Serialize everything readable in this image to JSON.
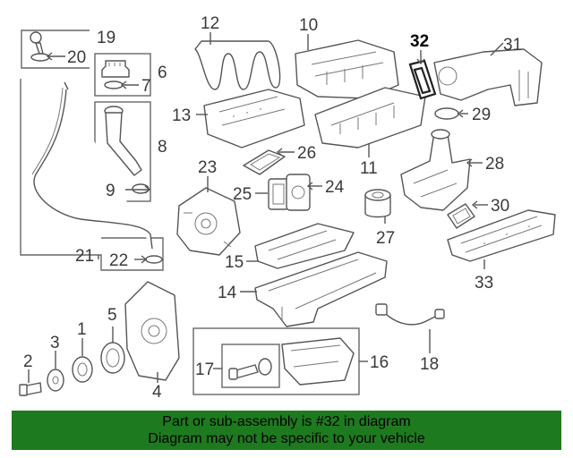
{
  "diagram": {
    "callouts": {
      "c1": "1",
      "c2": "2",
      "c3": "3",
      "c4": "4",
      "c5": "5",
      "c6": "6",
      "c7": "7",
      "c8": "8",
      "c9": "9",
      "c10": "10",
      "c11": "11",
      "c12": "12",
      "c13": "13",
      "c14": "14",
      "c15": "15",
      "c16": "16",
      "c17": "17",
      "c18": "18",
      "c19": "19",
      "c20": "20",
      "c21": "21",
      "c22": "22",
      "c23": "23",
      "c24": "24",
      "c25": "25",
      "c26": "26",
      "c27": "27",
      "c28": "28",
      "c29": "29",
      "c30": "30",
      "c31": "31",
      "c32": "32",
      "c33": "33"
    },
    "highlighted_part": "32"
  },
  "banner": {
    "line1": "Part or sub-assembly is #32 in diagram",
    "line2": "Diagram may not be specific to your vehicle",
    "background": "#1e7a1e"
  }
}
